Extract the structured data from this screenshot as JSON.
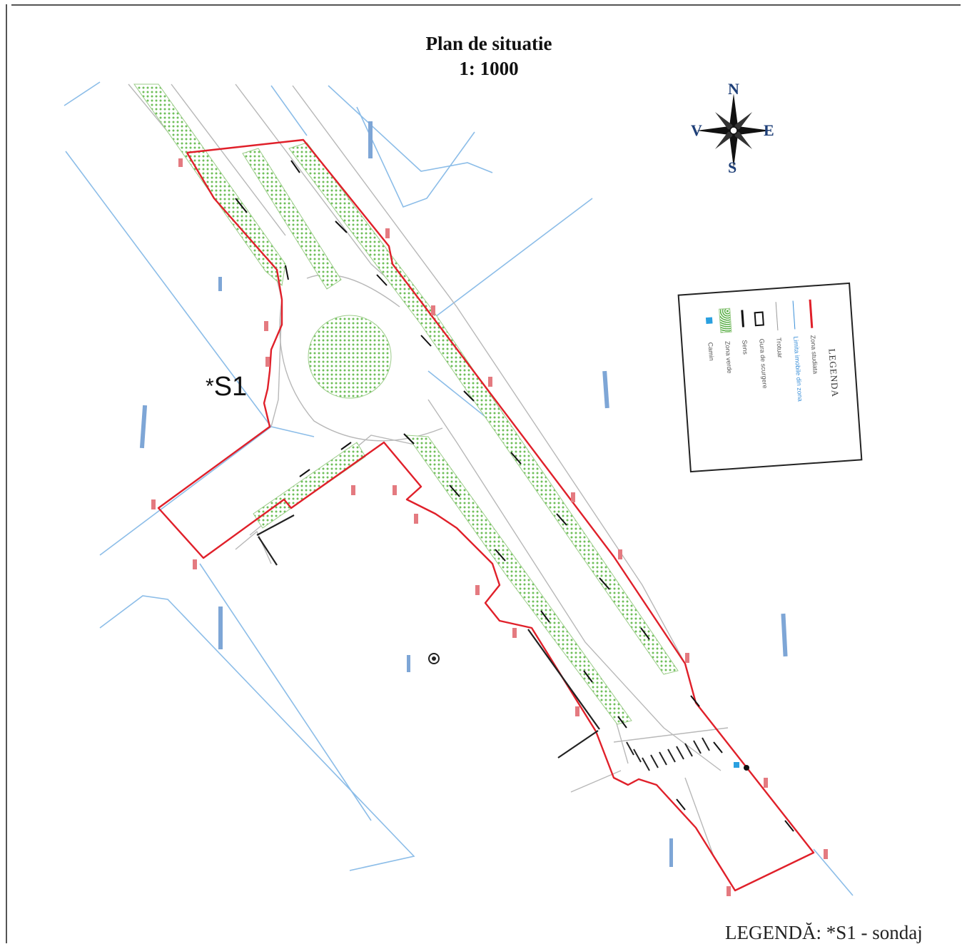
{
  "title": {
    "line1": "Plan de situatie",
    "line2": "1: 1000"
  },
  "compass": {
    "north": "N",
    "south": "S",
    "east": "E",
    "west": "V",
    "icon": "compass-rose-icon"
  },
  "survey_point": {
    "star": "*",
    "label": "S1"
  },
  "legend_box": {
    "title": "LEGENDA",
    "items": [
      {
        "symbol": "red-line",
        "label": "Zona studiata",
        "color": "#e0202a"
      },
      {
        "symbol": "blue-line",
        "label": "Limita imobile din zona",
        "color": "#3a8fd8"
      },
      {
        "symbol": "grey-line",
        "label": "Trotuar",
        "color": "#9a9a9a"
      },
      {
        "symbol": "rect",
        "label": "Gura de scurgere",
        "color": "#111111"
      },
      {
        "symbol": "arrow",
        "label": "Sens",
        "color": "#111111"
      },
      {
        "symbol": "green-dots",
        "label": "Zona verde",
        "color": "#5bb04a"
      },
      {
        "symbol": "blue-square",
        "label": "Camin",
        "color": "#2aa0e0"
      }
    ]
  },
  "bottom_legend": "LEGENDĂ: *S1 - sondaj",
  "colors": {
    "boundary": "#e0202a",
    "green_area": "#8fcf78",
    "parcel": "#8cbde8",
    "road_edge": "#b8b8b8",
    "text_blue": "#2a5fa8"
  }
}
